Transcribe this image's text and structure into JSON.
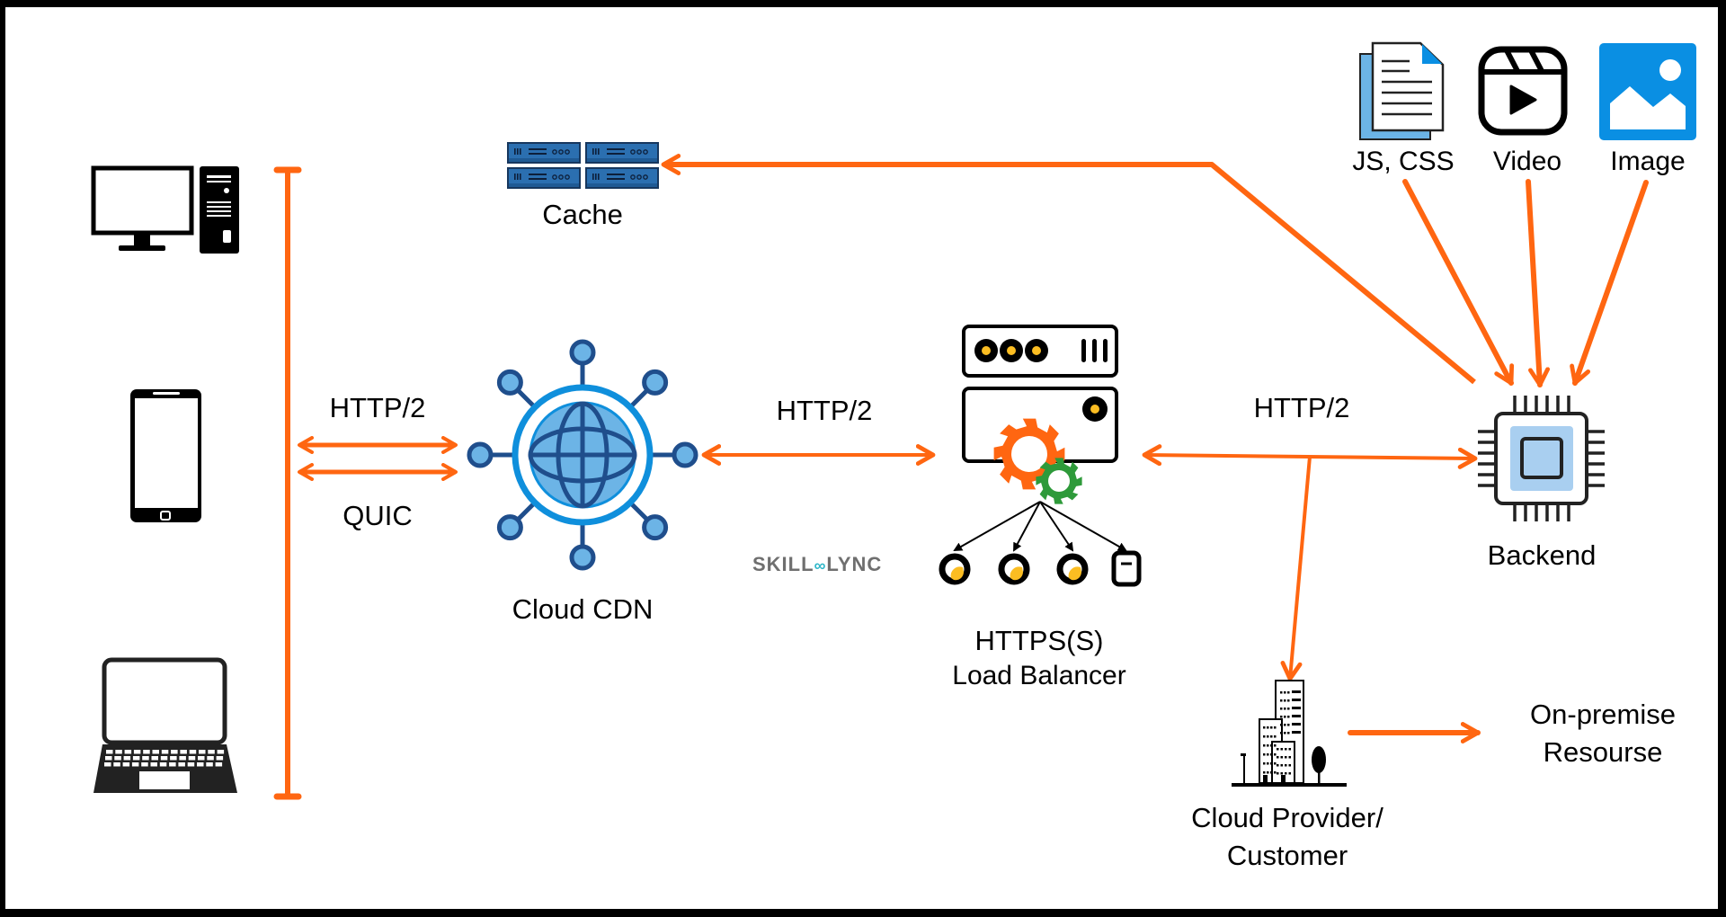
{
  "title": "Cloud CDN architecture diagram",
  "clients": {
    "items": [
      "desktop",
      "smartphone",
      "laptop"
    ]
  },
  "protocols": {
    "client_cdn_top": "HTTP/2",
    "client_cdn_bottom": "QUIC",
    "cdn_lb": "HTTP/2",
    "lb_backend": "HTTP/2"
  },
  "nodes": {
    "cache": "Cache",
    "cdn": "Cloud CDN",
    "lb_line1": "HTTPS(S)",
    "lb_line2": "Load Balancer",
    "backend": "Backend",
    "cloud_provider_line1": "Cloud Provider/",
    "cloud_provider_line2": "Customer",
    "onprem_line1": "On-premise",
    "onprem_line2": "Resourse"
  },
  "assets": {
    "js_css": "JS, CSS",
    "video": "Video",
    "image": "Image"
  },
  "watermark": {
    "left": "SKILL",
    "icon": "∞",
    "right": "LYNC"
  },
  "colors": {
    "arrow": "#ff6611",
    "cdn_dark": "#1f4e8c",
    "cdn_light": "#6cb4e6",
    "cdn_ring": "#0f8fdc",
    "cache_fill": "#2b6fb0",
    "image_icon": "#0a8fe3",
    "gear_orange": "#ff6611",
    "gear_green": "#2e9a3a",
    "yellow": "#fbbd22",
    "chip_light": "#a9cff0"
  }
}
